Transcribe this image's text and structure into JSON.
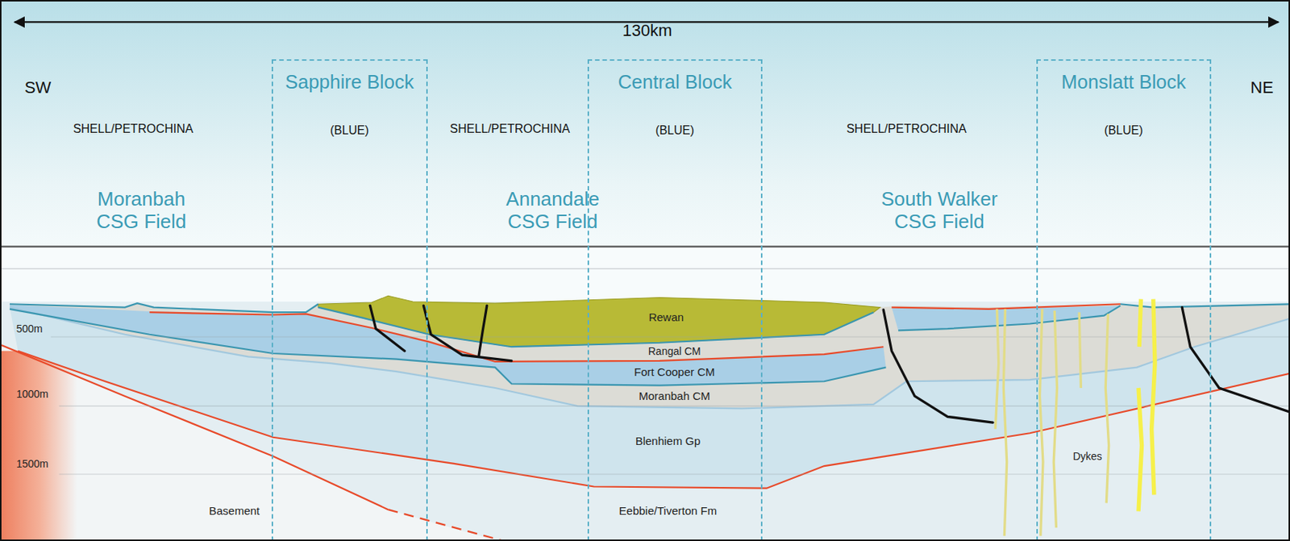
{
  "diagram": {
    "nodes": [
      {
        "text": [
          "Sapphire Block",
          "(BLUE)"
        ]
      },
      {
        "text": [
          "Central Block",
          "(BLUE)"
        ]
      },
      {
        "text": [
          "Monslatt Block",
          "(BLUE)"
        ]
      }
    ],
    "labels": [
      "130km",
      "SW",
      "NE",
      "SHELL/PETROCHINA",
      "SHELL/PETROCHINA",
      "SHELL/PETROCHINA",
      "Moranbah CSG Field",
      "Annandale CSG Field",
      "South Walker CSG Field",
      "500m",
      "1000m",
      "1500m",
      "Rewan",
      "Rangal CM",
      "Fort Cooper CM",
      "Moranbah CM",
      "Blenhiem Gp",
      "Basement",
      "Eebbie/Tiverton Fm",
      "Dykes"
    ]
  }
}
